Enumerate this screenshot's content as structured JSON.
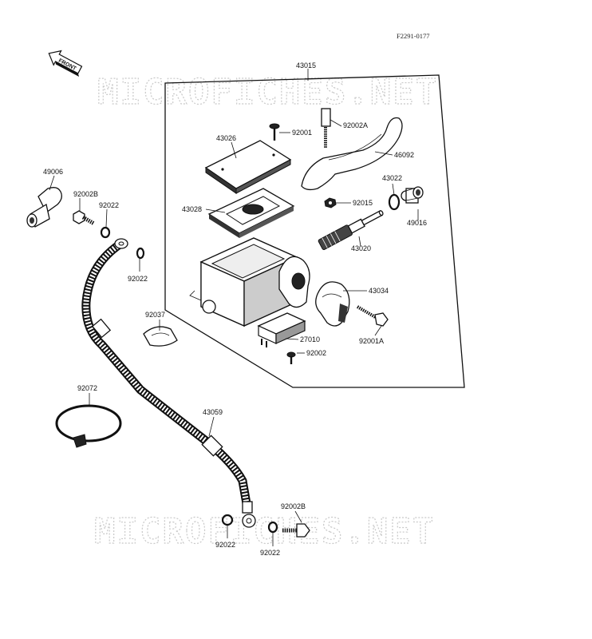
{
  "figure_code": "F2291-0177",
  "front_badge": "FRONT",
  "watermark_top": "MICROFICHES.NET",
  "watermark_bottom": "MICROFICHES.NET",
  "labels": {
    "p43015": "43015",
    "p92001": "92001",
    "p92002A": "92002A",
    "p43026": "43026",
    "p46092": "46092",
    "p43022": "43022",
    "p49006": "49006",
    "p92002B_top": "92002B",
    "p92022_a": "92022",
    "p43028": "43028",
    "p92015": "92015",
    "p49016": "49016",
    "p43020": "43020",
    "p92022_b": "92022",
    "p43034": "43034",
    "p92037": "92037",
    "p92001A": "92001A",
    "p27010": "27010",
    "p92002": "92002",
    "p92072": "92072",
    "p43059": "43059",
    "p92002B_bottom": "92002B",
    "p92022_c": "92022",
    "p92022_d": "92022"
  }
}
